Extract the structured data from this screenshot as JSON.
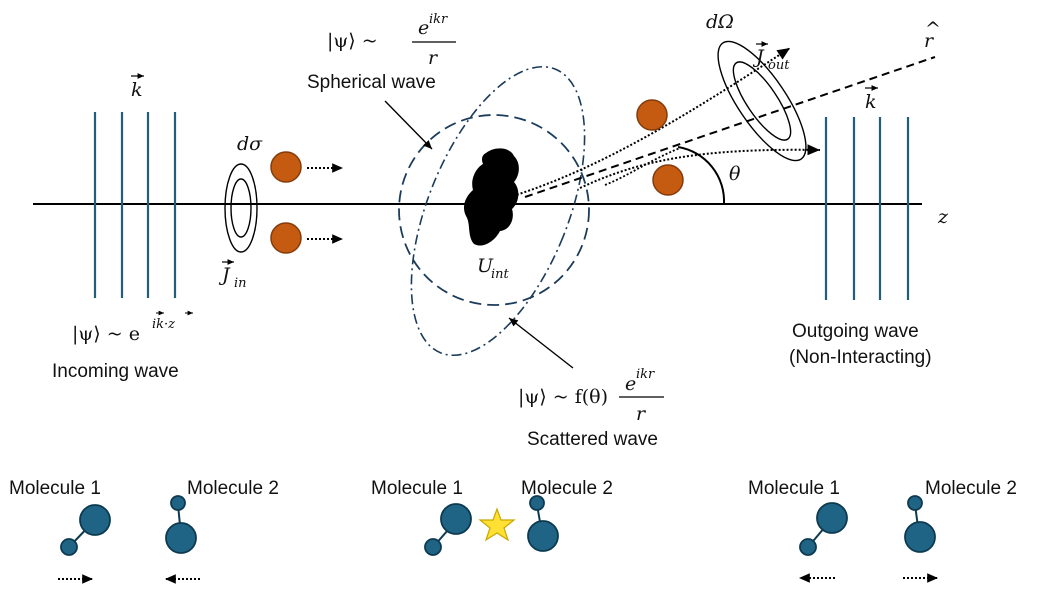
{
  "colors": {
    "wave_line": "#1f5f7a",
    "particle": "#c55a11",
    "particle_stroke": "#843c0c",
    "molecule": "#1f6385",
    "molecule_stroke": "#0d3a50",
    "star": "#ffe033",
    "star_stroke": "#c9a800",
    "ink": "#000000"
  },
  "labels": {
    "k_left": "k",
    "k_right": "k",
    "d_sigma": "dσ",
    "j_in": "J",
    "j_in_sub": "in",
    "j_out": "J",
    "j_out_sub": "out",
    "d_omega": "dΩ",
    "r_hat": "r",
    "theta": "θ",
    "z_axis": "z",
    "u_int": "U",
    "u_int_sub": "int",
    "incoming_eq_lhs": "|ψ⟩ ~ e",
    "incoming_eq_exp": "ik·z",
    "incoming_caption": "Incoming wave",
    "spherical_eq_lhs": "|ψ⟩ ~",
    "spherical_num": "e",
    "spherical_num_exp": "ikr",
    "spherical_den": "r",
    "spherical_caption": "Spherical wave",
    "scattered_eq_lhs": "|ψ⟩ ~ f(θ)",
    "scattered_num": "e",
    "scattered_num_exp": "ikr",
    "scattered_den": "r",
    "scattered_caption": "Scattered wave",
    "outgoing_caption_1": "Outgoing wave",
    "outgoing_caption_2": "(Non-Interacting)"
  },
  "molecule_panels": [
    {
      "mol1": "Molecule 1",
      "mol2": "Molecule 2"
    },
    {
      "mol1": "Molecule 1",
      "mol2": "Molecule 2"
    },
    {
      "mol1": "Molecule 1",
      "mol2": "Molecule 2"
    }
  ]
}
